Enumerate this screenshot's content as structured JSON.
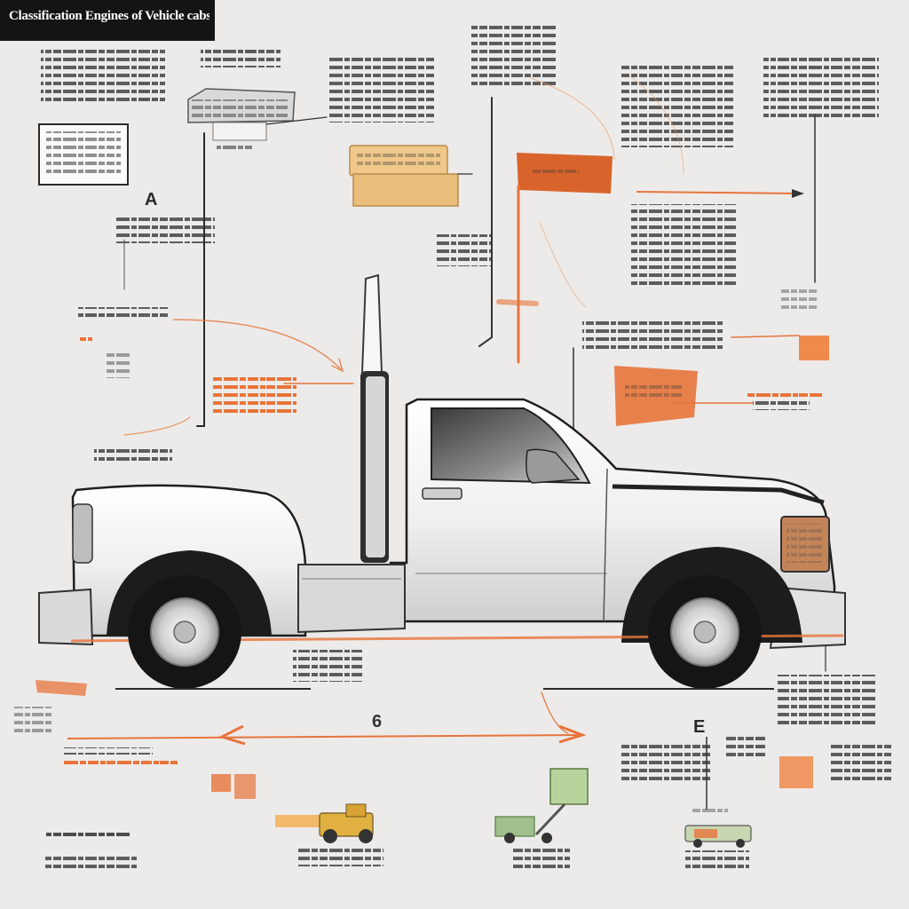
{
  "header": {
    "title": "Classification Engines of Vehicle cabs"
  },
  "labels": {
    "a": "A",
    "six": "6",
    "e": "E"
  },
  "colors": {
    "background": "#ecebea",
    "accent": "#e8743b",
    "ink": "#2a2a2a",
    "truck_body": "#f4f4f4"
  }
}
